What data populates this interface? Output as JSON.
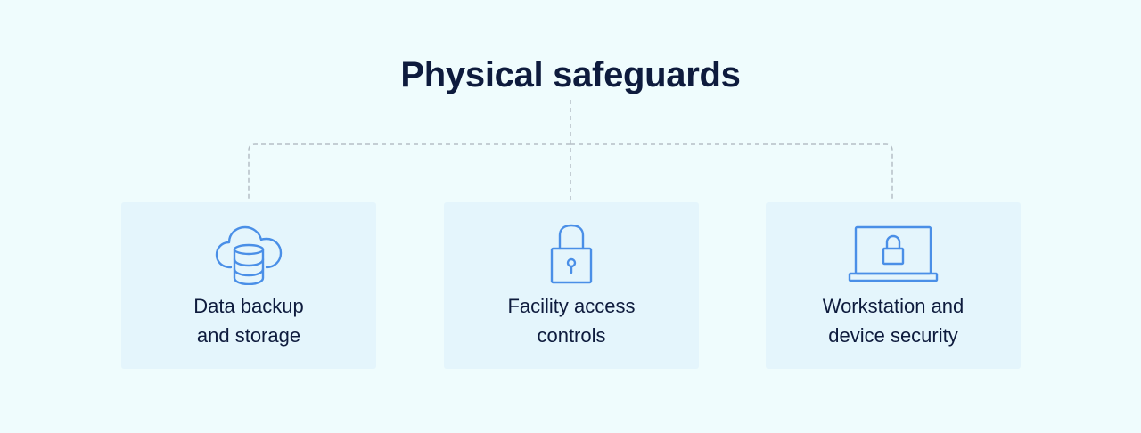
{
  "diagram": {
    "title": "Physical safeguards",
    "accent_color": "#4a8fe7",
    "connector_color": "#b5bfc6",
    "cards": [
      {
        "icon": "cloud-database-icon",
        "label_lines": [
          "Data backup",
          "and storage"
        ]
      },
      {
        "icon": "padlock-icon",
        "label_lines": [
          "Facility access",
          "controls"
        ]
      },
      {
        "icon": "laptop-lock-icon",
        "label_lines": [
          "Workstation and",
          "device security"
        ]
      }
    ]
  }
}
